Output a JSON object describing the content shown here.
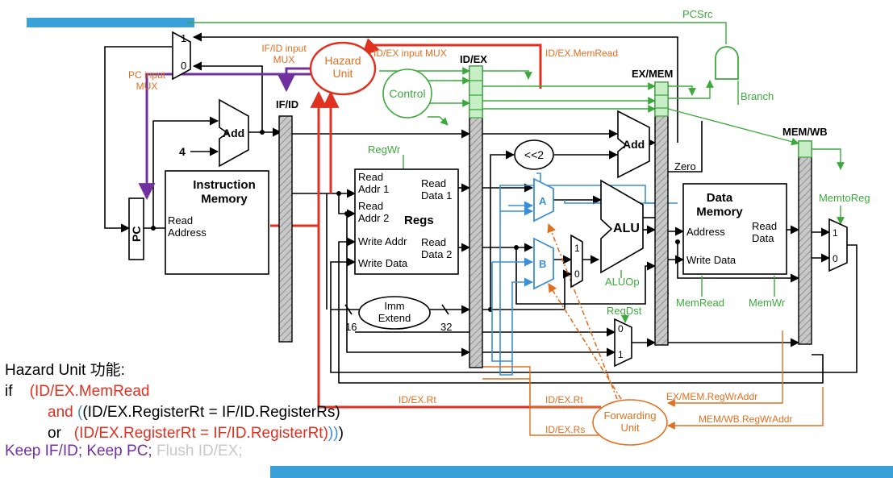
{
  "colors": {
    "black": "#000000",
    "blue_bar": "#3AA0D8",
    "forwarding_blue": "#3A8FD6",
    "hazard_red": "#E03020",
    "control_green": "#3BAA3B",
    "mux_orange": "#E07020",
    "purple": "#7030A0",
    "pipe_reg_gray": "#B0B0B0",
    "flush_gray": "#C8C8C8"
  },
  "labels": {
    "pcsrc": "PCSrc",
    "branch": "Branch",
    "if_id_input_mux": "IF/ID input\nMUX",
    "id_ex_input_mux": "ID/EX input MUX",
    "id_ex_memread": "ID/EX.MemRead",
    "pc_input_mux": "PC input\nMUX",
    "hazard_unit": "Hazard\nUnit",
    "control": "Control",
    "if_id": "IF/ID",
    "id_ex": "ID/EX",
    "ex_mem": "EX/MEM",
    "mem_wb": "MEM/WB",
    "add": "Add",
    "four": "4",
    "pc": "PC",
    "instruction_memory": "Instruction\nMemory",
    "read_address": "Read\nAddress",
    "regwr": "RegWr",
    "read_addr1": "Read\nAddr 1",
    "read_addr2": "Read\nAddr 2",
    "write_addr": "Write Addr",
    "write_data": "Write Data",
    "read_data1": "Read\nData 1",
    "read_data2": "Read\nData 2",
    "regs": "Regs",
    "shift_left2": "<<2",
    "mux_a": "A",
    "mux_b": "B",
    "alu": "ALU",
    "aluop": "ALUOp",
    "zero": "Zero",
    "data_memory": "Data\nMemory",
    "dm_address": "Address",
    "dm_write_data": "Write Data",
    "dm_read_data": "Read\nData",
    "memread": "MemRead",
    "memwr": "MemWr",
    "memtoreg": "MemtoReg",
    "regdst": "RegDst",
    "imm_extend": "Imm\nExtend",
    "bits16": "16",
    "bits32": "32",
    "id_ex_rt_red": "ID/EX.Rt",
    "id_ex_rt": "ID/EX.Rt",
    "id_ex_rs": "ID/EX.Rs",
    "forwarding_unit": "Forwarding\nUnit",
    "ex_mem_regwraddr": "EX/MEM.RegWrAddr",
    "mem_wb_regwraddr": "MEM/WB.RegWrAddr",
    "mux_one": "1",
    "mux_zero": "0"
  },
  "caption": {
    "line1": "Hazard Unit 功能:",
    "if_kw": "if",
    "open_paren": "(",
    "cond1": "ID/EX.MemRead",
    "and_kw": "and",
    "open2": "(",
    "cond2": "(ID/EX.RegisterRt = IF/ID.RegisterRs)",
    "or_kw": "or",
    "cond3": "(ID/EX.RegisterRt = IF/ID.RegisterRt)",
    "close2": "))",
    "close1": ")",
    "action1": "Keep IF/ID; Keep PC;",
    "action2": "Flush ID/EX;"
  }
}
